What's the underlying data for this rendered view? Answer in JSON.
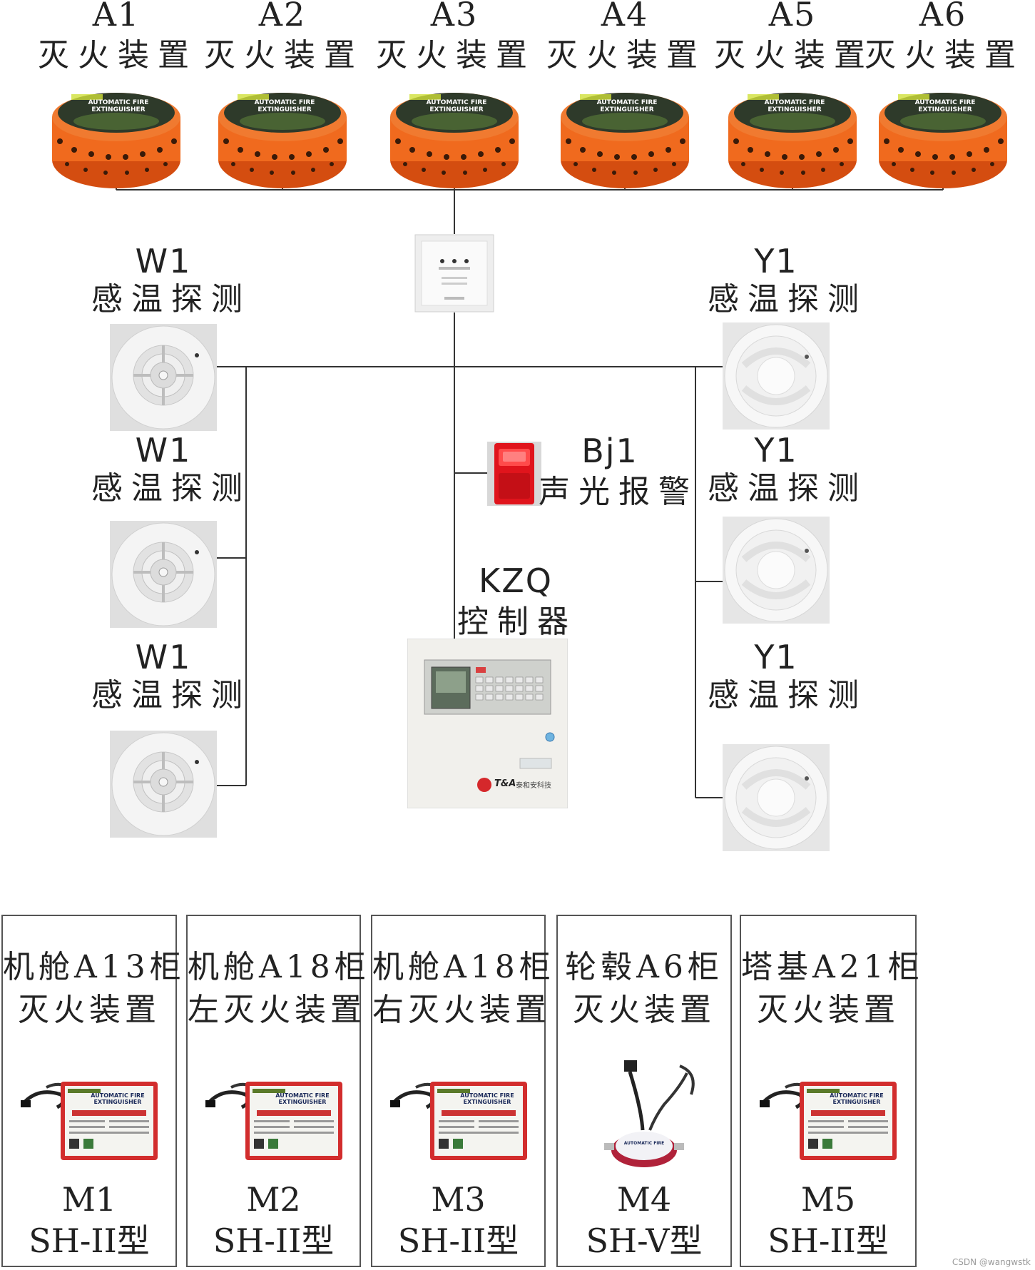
{
  "colors": {
    "line": "#333333",
    "extinguisher_orange": "#f06a1e",
    "extinguisher_top": "#2e3a2a",
    "alarm_red": "#e0141c",
    "detector_white": "#f2f2f2",
    "panel_border": "#555555"
  },
  "extinguishers": [
    {
      "code": "A1",
      "label": "灭火装置",
      "icon": "round-extinguisher-icon"
    },
    {
      "code": "A2",
      "label": "灭火装置",
      "icon": "round-extinguisher-icon"
    },
    {
      "code": "A3",
      "label": "灭火装置",
      "icon": "round-extinguisher-icon"
    },
    {
      "code": "A4",
      "label": "灭火装置",
      "icon": "round-extinguisher-icon"
    },
    {
      "code": "A5",
      "label": "灭火装置",
      "icon": "round-extinguisher-icon"
    },
    {
      "code": "A6",
      "label": "灭火装置",
      "icon": "round-extinguisher-icon"
    }
  ],
  "extinguisher_top_text": {
    "line1": "AUTOMATIC FIRE",
    "line2": "EXTINGUISHER"
  },
  "io_module": {
    "icon": "io-module-icon"
  },
  "left_detectors": [
    {
      "code": "W1",
      "label": "感温探测",
      "icon": "heat-detector-icon"
    },
    {
      "code": "W1",
      "label": "感温探测",
      "icon": "heat-detector-icon"
    },
    {
      "code": "W1",
      "label": "感温探测",
      "icon": "heat-detector-icon"
    }
  ],
  "right_detectors": [
    {
      "code": "Y1",
      "label": "感温探测",
      "icon": "detector-icon"
    },
    {
      "code": "Y1",
      "label": "感温探测",
      "icon": "detector-icon"
    },
    {
      "code": "Y1",
      "label": "感温探测",
      "icon": "detector-icon"
    }
  ],
  "alarm": {
    "code": "Bj1",
    "label": "声光报警",
    "icon": "strobe-alarm-icon"
  },
  "controller": {
    "code": "KZQ",
    "label": "控制器",
    "icon": "controller-panel-icon",
    "brand": "T&A",
    "brand_cn": "泰和安科技"
  },
  "bottom_panels": [
    {
      "title1": "机舱A13柜",
      "title2": "灭火装置",
      "code": "M1",
      "model": "SH-II型",
      "icon": "box-extinguisher-icon"
    },
    {
      "title1": "机舱A18柜",
      "title2": "左灭火装置",
      "code": "M2",
      "model": "SH-II型",
      "icon": "box-extinguisher-icon"
    },
    {
      "title1": "机舱A18柜",
      "title2": "右灭火装置",
      "code": "M3",
      "model": "SH-II型",
      "icon": "box-extinguisher-icon"
    },
    {
      "title1": "轮毂A6柜",
      "title2": "灭火装置",
      "code": "M4",
      "model": "SH-V型",
      "icon": "disc-extinguisher-icon"
    },
    {
      "title1": "塔基A21柜",
      "title2": "灭火装置",
      "code": "M5",
      "model": "SH-II型",
      "icon": "box-extinguisher-icon"
    }
  ],
  "watermark": "CSDN @wangwstk"
}
